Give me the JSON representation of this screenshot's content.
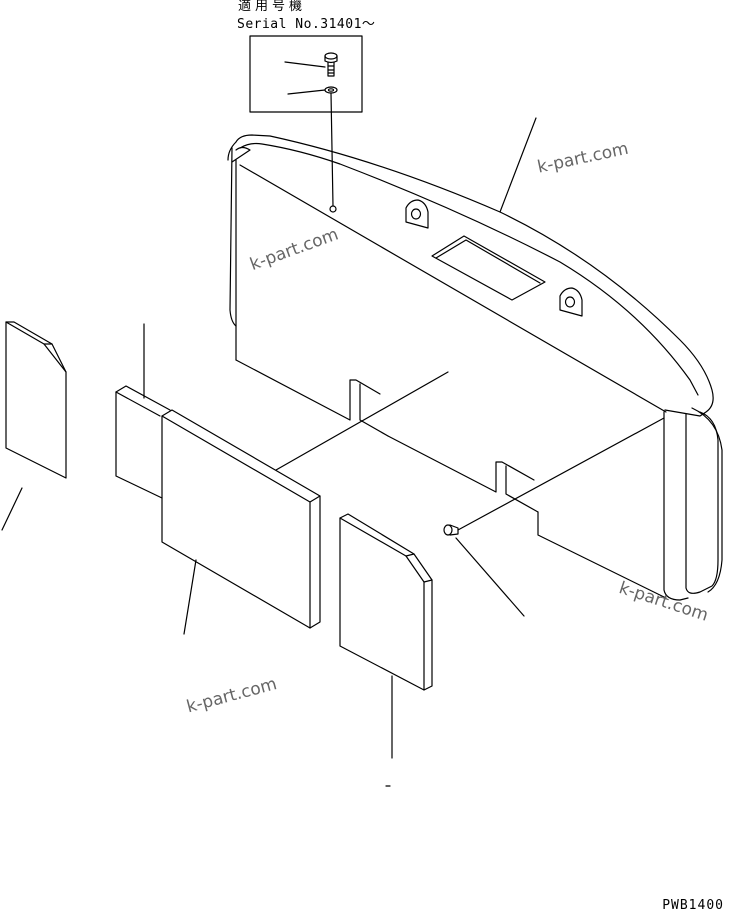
{
  "applicable_label": "適用号機",
  "serial_label": "Serial No.31401～",
  "drawing_code": "PWB1400",
  "watermarks": [
    "k-part.com",
    "k-part.com",
    "k-part.com",
    "k-part.com"
  ]
}
